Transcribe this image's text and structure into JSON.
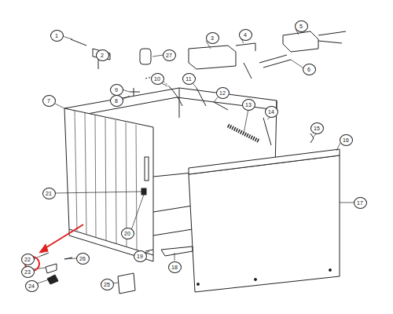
{
  "diagram": {
    "labels": [
      "1",
      "2",
      "27",
      "3",
      "4",
      "5",
      "6",
      "8",
      "9",
      "10",
      "11",
      "12",
      "13",
      "14",
      "15",
      "16",
      "7",
      "17",
      "21",
      "20",
      "19",
      "18",
      "22",
      "26",
      "23",
      "24",
      "25"
    ]
  }
}
